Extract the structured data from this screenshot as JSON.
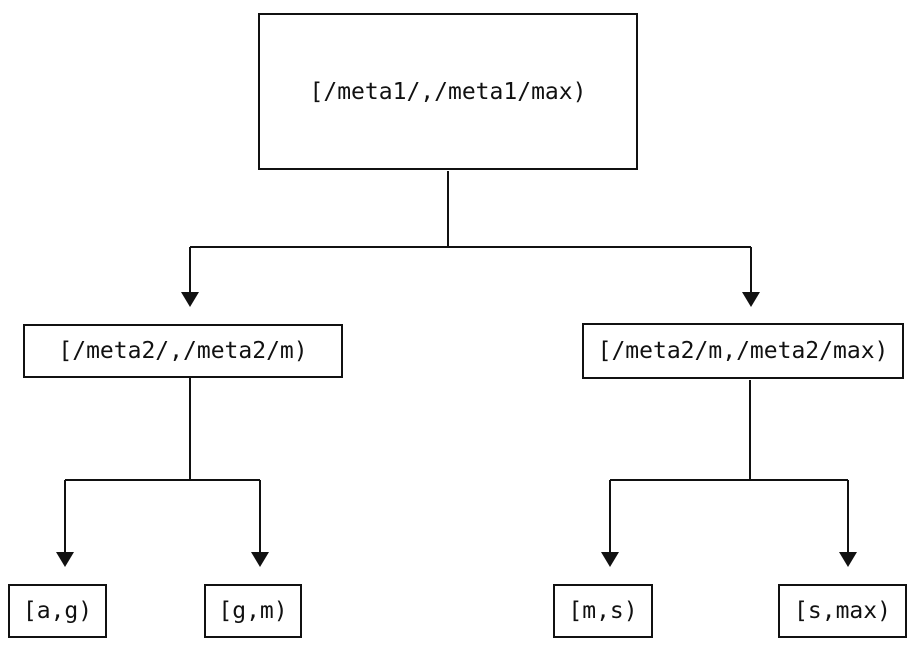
{
  "diagram": {
    "type": "tree",
    "background_color": "#ffffff",
    "line_color": "#111111",
    "nodes": {
      "root": "[/meta1/,/meta1/max)",
      "left_child": "[/meta2/,/meta2/m)",
      "right_child": "[/meta2/m,/meta2/max)",
      "leaf_ag": "[a,g)",
      "leaf_gm": "[g,m)",
      "leaf_ms": "[m,s)",
      "leaf_smax": "[s,max)"
    },
    "edges": [
      {
        "from": "root",
        "to": "left_child"
      },
      {
        "from": "root",
        "to": "right_child"
      },
      {
        "from": "left_child",
        "to": "leaf_ag"
      },
      {
        "from": "left_child",
        "to": "leaf_gm"
      },
      {
        "from": "right_child",
        "to": "leaf_ms"
      },
      {
        "from": "right_child",
        "to": "leaf_smax"
      }
    ]
  }
}
